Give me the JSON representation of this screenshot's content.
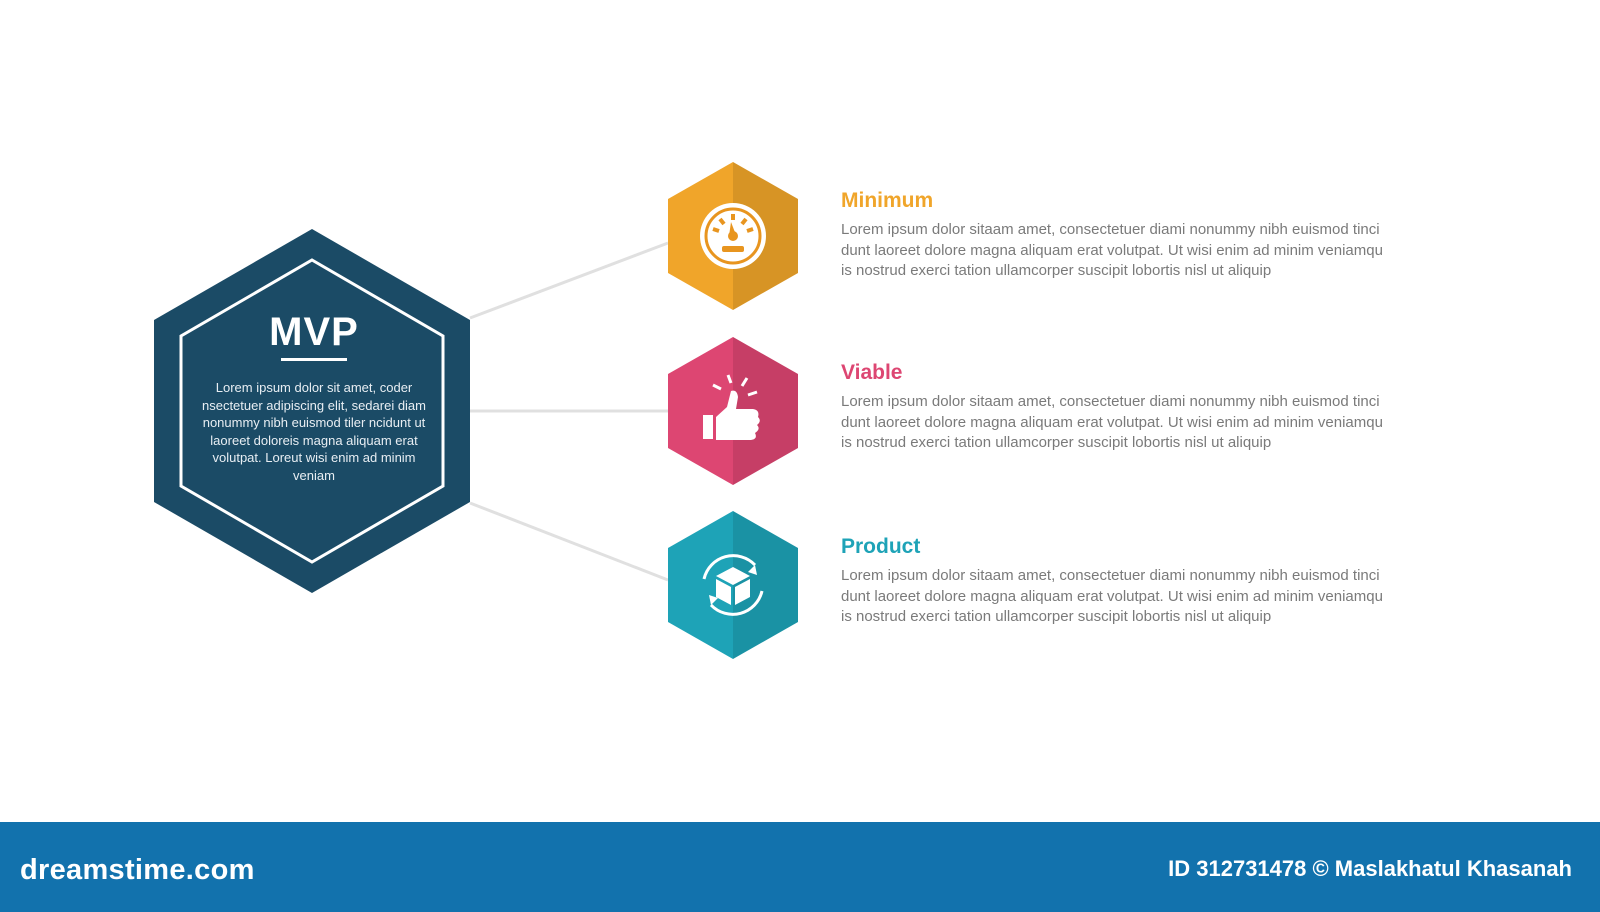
{
  "center": {
    "title": "MVP",
    "body": "Lorem ipsum dolor sit amet, coder nsectetuer adipiscing elit, sedarei diam nonummy nibh euismod tiler ncidunt ut laoreet doloreis magna aliquam erat volutpat. Loreut wisi enim ad minim veniam",
    "color": "#1b4b66"
  },
  "items": [
    {
      "title": "Minimum",
      "icon": "speedometer-icon",
      "color": "#f0a52a",
      "lines": [
        "Lorem ipsum dolor sitaam amet, consectetuer diami nonummy  nibh euismod tinci",
        "dunt laoreet dolore magna aliquam erat volutpat. Ut wisi enim ad minim veniamqu",
        "is nostrud exerci tation ullamcorper suscipit lobortis nisl ut aliquip"
      ]
    },
    {
      "title": "Viable",
      "icon": "thumbs-up-icon",
      "color": "#dd4672",
      "lines": [
        "Lorem ipsum dolor sitaam amet, consectetuer diami nonummy  nibh euismod tinci",
        "dunt laoreet dolore magna aliquam erat volutpat. Ut wisi enim ad minim veniamqu",
        "is nostrud exerci tation ullamcorper suscipit lobortis nisl ut aliquip"
      ]
    },
    {
      "title": "Product",
      "icon": "box-cycle-icon",
      "color": "#1ea3b7",
      "lines": [
        "Lorem ipsum dolor sitaam amet, consectetuer diami nonummy  nibh euismod tinci",
        "dunt laoreet dolore magna aliquam erat volutpat. Ut wisi enim ad minim veniamqu",
        "is nostrud exerci tation ullamcorper suscipit lobortis nisl ut aliquip"
      ]
    }
  ],
  "footer": {
    "logo": "dreamstime.com",
    "credit": "ID 312731478 © Maslakhatul Khasanah",
    "color": "#1272ad"
  }
}
